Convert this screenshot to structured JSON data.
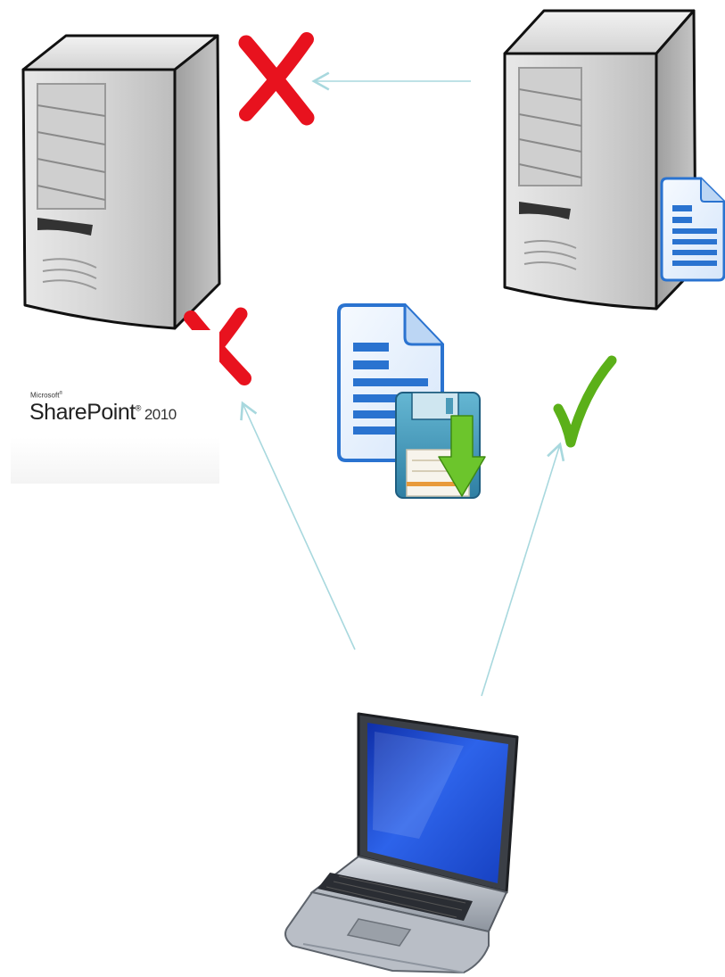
{
  "sharepoint_logo": {
    "brand": "Microsoft",
    "brand_mark": "®",
    "product": "SharePoint",
    "product_mark": "®",
    "version": "2010"
  },
  "icons": {
    "server_left": "server-tower-icon",
    "server_right": "server-tower-icon",
    "document_on_server": "document-icon",
    "save_document": "document-save-icon",
    "laptop": "laptop-icon",
    "fail_top": "red-x-icon",
    "fail_sharepoint": "red-x-icon",
    "success": "green-checkmark-icon"
  },
  "colors": {
    "arrow": "#a8d8de",
    "fail": "#e8121e",
    "success": "#5bb019",
    "doc_blue": "#2a73d0",
    "floppy_teal": "#4a9ab8",
    "download_green": "#6cc52c",
    "screen_blue": "#1f4fd8"
  }
}
